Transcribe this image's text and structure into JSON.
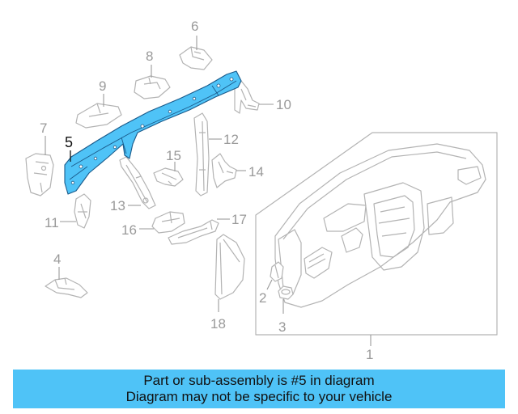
{
  "callouts": {
    "c1": "1",
    "c2": "2",
    "c3": "3",
    "c4": "4",
    "c5": "5",
    "c6": "6",
    "c7": "7",
    "c8": "8",
    "c9": "9",
    "c10": "10",
    "c11": "11",
    "c12": "12",
    "c13": "13",
    "c14": "14",
    "c15": "15",
    "c16": "16",
    "c17": "17",
    "c18": "18"
  },
  "highlight_color": "#4fc3f7",
  "banner": {
    "line1": "Part or sub-assembly is #5 in diagram",
    "line2": "Diagram may not be specific to your vehicle"
  }
}
